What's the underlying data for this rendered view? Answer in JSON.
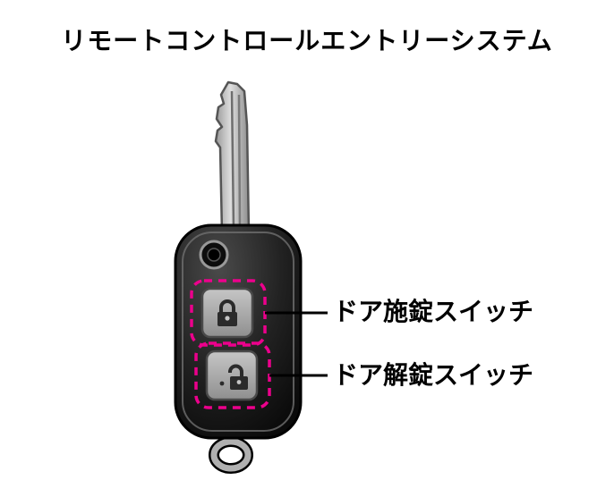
{
  "title": "リモートコントロールエントリーシステム",
  "labels": {
    "lock_switch": "ドア施錠スイッチ",
    "unlock_switch": "ドア解錠スイッチ"
  },
  "icons": {
    "lock_closed": "lock-closed-icon",
    "lock_open": "lock-open-icon"
  },
  "colors": {
    "highlight": "#ec008c",
    "fob_body": "#161616",
    "blade": "#c4c4c4",
    "button_face": "#b3b3b3",
    "line": "#000000"
  }
}
